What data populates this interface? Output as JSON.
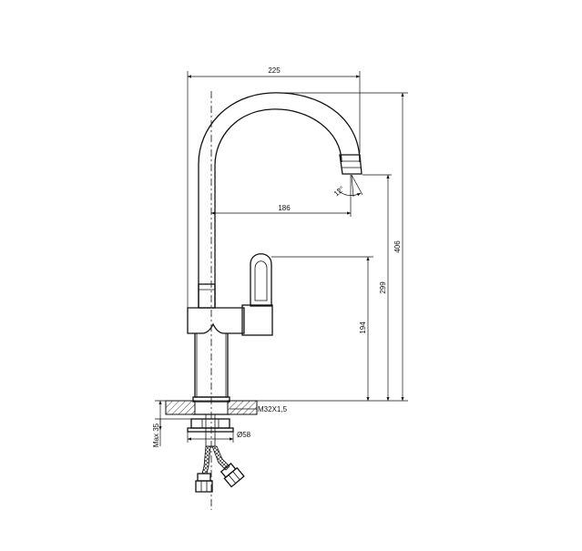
{
  "dimensions": {
    "total_width": "225",
    "spout_reach": "186",
    "total_height": "406",
    "spout_height": "299",
    "handle_height": "194",
    "thread": "M32X1,5",
    "hole_diameter": "Ø58",
    "max_thickness": "Max 35",
    "swivel_angle": "12°"
  }
}
